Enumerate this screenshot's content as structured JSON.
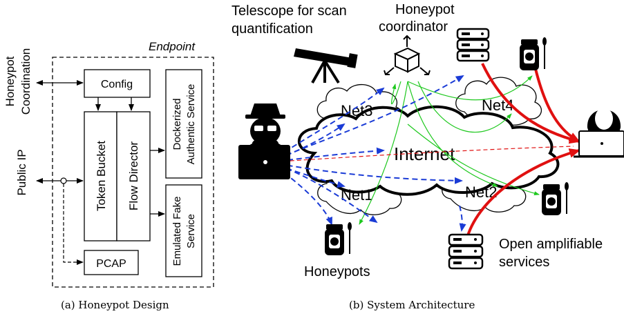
{
  "panel_a": {
    "endpoint_label": "Endpoint",
    "honeypot_coordination_line1": "Honeypot",
    "honeypot_coordination_line2": "Coordination",
    "public_ip_label": "Public IP",
    "config_label": "Config",
    "token_bucket_label": "Token Bucket",
    "flow_director_label": "Flow Director",
    "dockerized_line1": "Dockerized",
    "dockerized_line2": "Authentic Service",
    "emulated_line1": "Emulated Fake",
    "emulated_line2": "Service",
    "pcap_label": "PCAP",
    "caption": "(a)  Honeypot Design"
  },
  "panel_b": {
    "telescope_line1": "Telescope for scan",
    "telescope_line2": "quantification",
    "coordinator_line1": "Honeypot",
    "coordinator_line2": "coordinator",
    "internet_label": "Internet",
    "net1_label": "Net1",
    "net2_label": "Net2",
    "net3_label": "Net3",
    "net4_label": "Net4",
    "honeypots_label": "Honeypots",
    "open_services_line1": "Open amplifiable",
    "open_services_line2": "services",
    "caption": "(b)  System Architecture"
  },
  "colors": {
    "attack_arrow": "#1a3bd6",
    "coordination_arrow": "#1ec81e",
    "amplified_arrow": "#e01010",
    "spoof_dashed": "#e01010"
  }
}
